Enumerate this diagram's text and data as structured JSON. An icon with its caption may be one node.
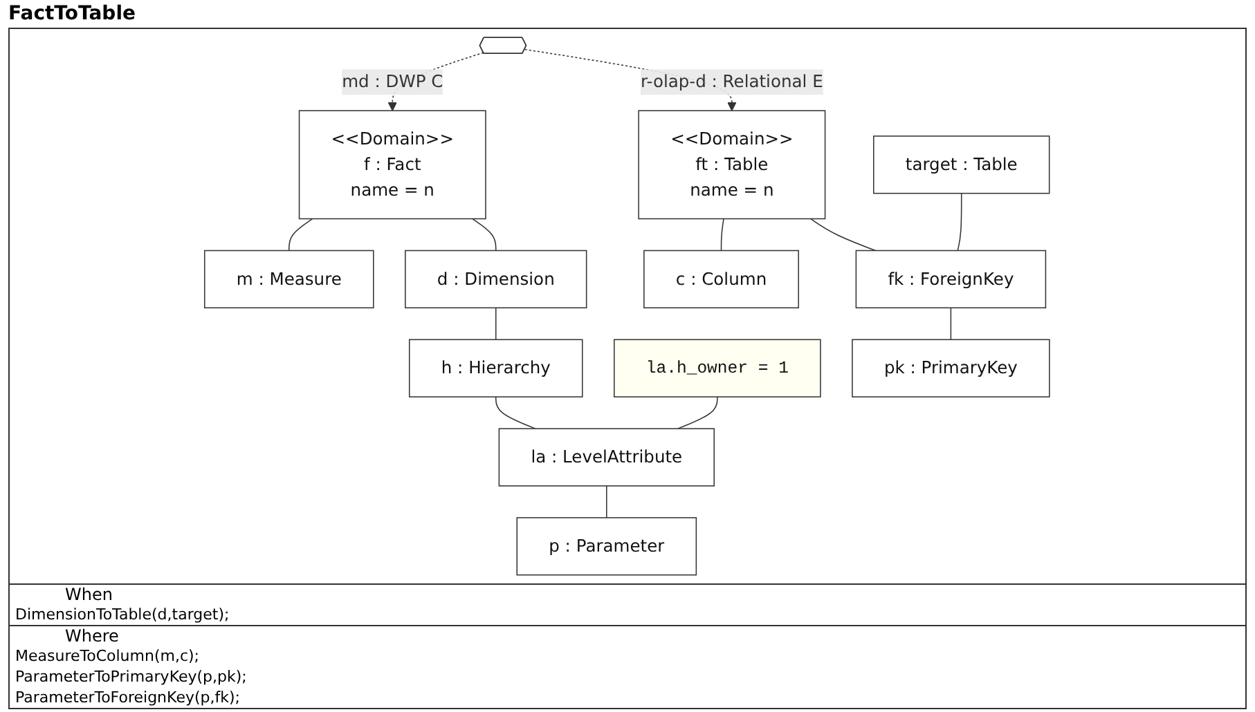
{
  "diagram": {
    "title": "FactToTable",
    "nodes": [
      {
        "text": [
          "<<Domain>>",
          "f : Fact",
          "name = n"
        ]
      },
      {
        "text": [],
        "shape": "hexagon"
      },
      {
        "text": [
          "<<Domain>>",
          "ft : Table",
          "name = n"
        ]
      },
      {
        "text": [
          "m : Measure"
        ]
      },
      {
        "text": [
          "d : Dimension"
        ]
      },
      {
        "text": [
          "c : Column"
        ]
      },
      {
        "text": [
          "h : Hierarchy"
        ]
      },
      {
        "text": [
          "la.h_owner = 1"
        ]
      },
      {
        "text": [
          "target : Table"
        ]
      },
      {
        "text": [
          "fk : ForeignKey"
        ]
      },
      {
        "text": [
          "la : LevelAttribute"
        ]
      },
      {
        "text": [
          "pk : PrimaryKey"
        ]
      },
      {
        "text": [
          "p : Parameter"
        ]
      }
    ],
    "edges": [
      {
        "from": 1,
        "to": 0,
        "arrow": "to",
        "style": "dashed",
        "label": "md : DWP C"
      },
      {
        "from": 1,
        "to": 2,
        "arrow": "to",
        "style": "dashed",
        "label": "r-olap-d : Relational E"
      },
      {
        "from": 0,
        "to": 3,
        "arrow": "none"
      },
      {
        "from": 0,
        "to": 4,
        "arrow": "none"
      },
      {
        "from": 2,
        "to": 5,
        "arrow": "none"
      },
      {
        "from": 2,
        "to": 9,
        "arrow": "none"
      },
      {
        "from": 4,
        "to": 6,
        "arrow": "none"
      },
      {
        "from": 8,
        "to": 9,
        "arrow": "none"
      },
      {
        "from": 9,
        "to": 11,
        "arrow": "none"
      },
      {
        "from": 6,
        "to": 10,
        "arrow": "none"
      },
      {
        "from": 7,
        "to": 10,
        "arrow": "none"
      },
      {
        "from": 10,
        "to": 12,
        "arrow": "none"
      }
    ],
    "labels": [
      "When",
      "DimensionToTable(d,target);",
      "Where",
      "MeasureToColumn(m,c);",
      "ParameterToPrimaryKey(p,pk);",
      "ParameterToForeignKey(p,fk);"
    ]
  }
}
